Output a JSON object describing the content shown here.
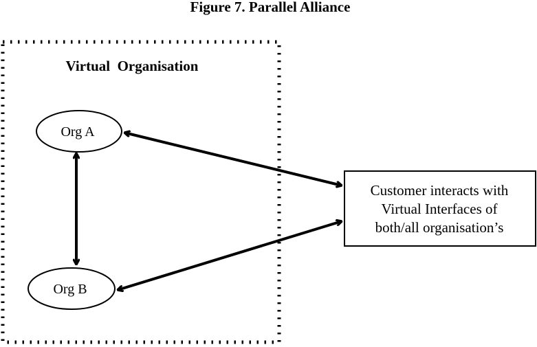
{
  "figure": {
    "title": "Figure 7. Parallel Alliance"
  },
  "virtual_organisation": {
    "label": "Virtual  Organisation"
  },
  "nodes": {
    "org_a": "Org A",
    "org_b": "Org B"
  },
  "customer_box": {
    "line1": "Customer interacts with",
    "line2": "Virtual Interfaces of",
    "line3": "both/all organisation’s"
  },
  "colors": {
    "ink": "#000000",
    "background": "#ffffff"
  }
}
